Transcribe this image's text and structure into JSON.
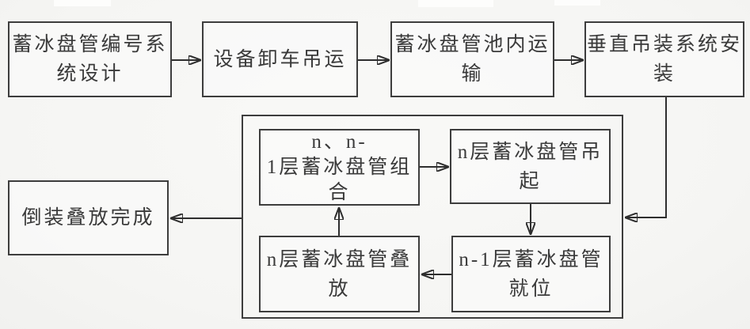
{
  "canvas": {
    "background": "#f6f6f4",
    "border_color": "#3d3d3d",
    "line_color": "#2e2e2e",
    "text_color": "#3a3a3a"
  },
  "flowchart": {
    "type": "flowchart",
    "top_row": {
      "design": {
        "label": "蓄冰盘管编号系\n统设计",
        "text": "蓄冰盘管编号系统设计"
      },
      "unload": {
        "label": "设备卸车吊运",
        "text": "设备卸车吊运"
      },
      "pool_transport": {
        "label": "蓄冰盘管池内运\n输",
        "text": "蓄冰盘管池内运输"
      },
      "vertical_install": {
        "label": "垂直吊装系统安\n装",
        "text": "垂直吊装系统安装"
      }
    },
    "loop_group": {
      "combine": {
        "label": "n、n-\n1层蓄冰盘管组\n合",
        "text": "n、n-1层蓄冰盘管组合"
      },
      "hoist": {
        "label": "n层蓄冰盘管吊\n起",
        "text": "n层蓄冰盘管吊起"
      },
      "position": {
        "label": "n-1层蓄冰盘管\n就位",
        "text": "n-1层蓄冰盘管就位"
      },
      "stack": {
        "label": "n层蓄冰盘管叠\n放",
        "text": "n层蓄冰盘管叠放"
      }
    },
    "complete": {
      "label": "倒装叠放完成",
      "text": "倒装叠放完成"
    },
    "edges": [
      "蓄冰盘管编号系统设计 → 设备卸车吊运",
      "设备卸车吊运 → 蓄冰盘管池内运输",
      "蓄冰盘管池内运输 → 垂直吊装系统安装",
      "垂直吊装系统安装 → 循环组(右侧进入)",
      "n、n-1层蓄冰盘管组合 → n层蓄冰盘管吊起",
      "n层蓄冰盘管吊起 → n-1层蓄冰盘管就位",
      "n-1层蓄冰盘管就位 → n层蓄冰盘管叠放",
      "n层蓄冰盘管叠放 → n、n-1层蓄冰盘管组合",
      "循环组(左侧离开) → 倒装叠放完成"
    ]
  }
}
